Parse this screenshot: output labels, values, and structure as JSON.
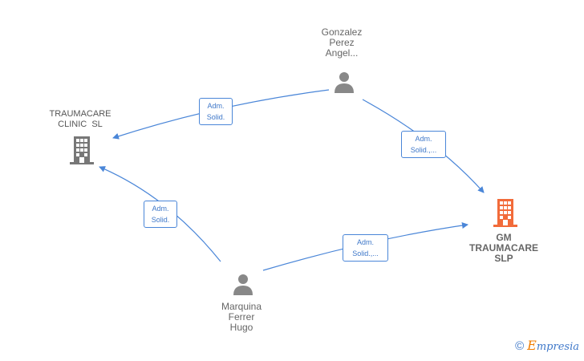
{
  "nodes": {
    "gonzalez": {
      "lines": [
        "Gonzalez",
        "Perez",
        "Angel..."
      ],
      "type": "person",
      "color": "#888888"
    },
    "traumacare_clinic": {
      "lines": [
        "TRAUMACARE",
        "CLINIC  SL"
      ],
      "type": "company",
      "color": "#777777"
    },
    "gm_traumacare": {
      "lines": [
        "GM",
        "TRAUMACARE",
        "SLP"
      ],
      "type": "company",
      "color": "#f26b3a"
    },
    "marquina": {
      "lines": [
        "Marquina",
        "Ferrer",
        "Hugo"
      ],
      "type": "person",
      "color": "#888888"
    }
  },
  "edges": [
    {
      "from": "gonzalez",
      "to": "traumacare_clinic",
      "lines": [
        "Adm.",
        "Solid."
      ]
    },
    {
      "from": "gonzalez",
      "to": "gm_traumacare",
      "lines": [
        "Adm.",
        "Solid.,..."
      ]
    },
    {
      "from": "marquina",
      "to": "traumacare_clinic",
      "lines": [
        "Adm.",
        "Solid."
      ]
    },
    {
      "from": "marquina",
      "to": "gm_traumacare",
      "lines": [
        "Adm.",
        "Solid.,..."
      ]
    }
  ],
  "colors": {
    "edge": "#4a86d8"
  },
  "brand": {
    "copyright": "©",
    "e": "E",
    "rest": "mpresia"
  }
}
